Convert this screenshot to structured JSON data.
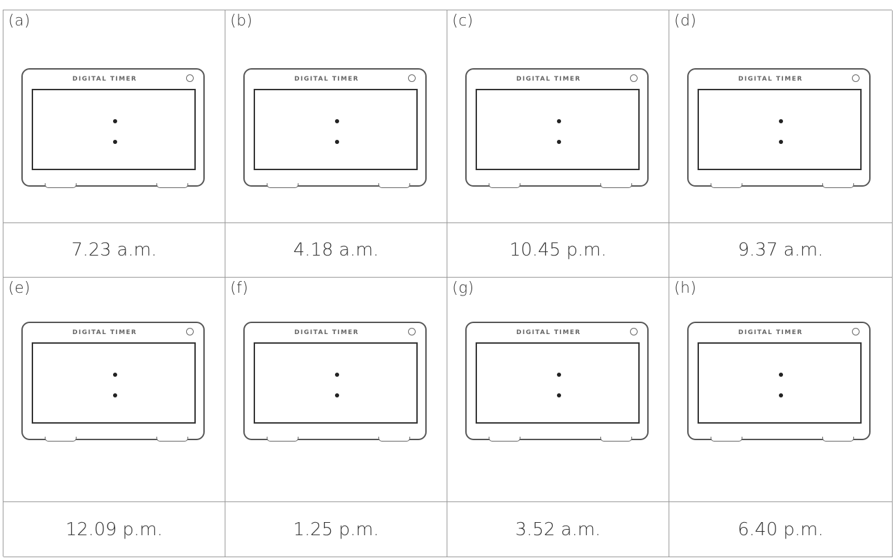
{
  "timers": [
    {
      "letter": "(a)",
      "label": "DIGITAL TIMER",
      "time": "7.23 a.m."
    },
    {
      "letter": "(b)",
      "label": "DIGITAL TIMER",
      "time": "4.18 a.m."
    },
    {
      "letter": "(c)",
      "label": "DIGITAL TIMER",
      "time": "10.45 p.m."
    },
    {
      "letter": "(d)",
      "label": "DIGITAL TIMER",
      "time": "9.37 a.m."
    },
    {
      "letter": "(e)",
      "label": "DIGITAL TIMER",
      "time": "12.09 p.m."
    },
    {
      "letter": "(f)",
      "label": "DIGITAL TIMER",
      "time": "1.25 p.m."
    },
    {
      "letter": "(g)",
      "label": "DIGITAL TIMER",
      "time": "3.52 a.m."
    },
    {
      "letter": "(h)",
      "label": "DIGITAL TIMER",
      "time": "6.40 p.m."
    }
  ]
}
